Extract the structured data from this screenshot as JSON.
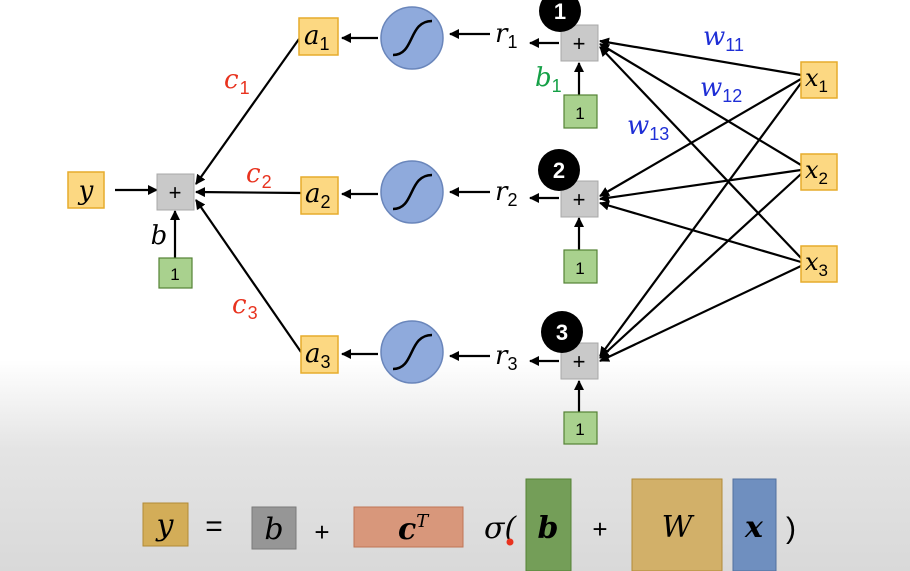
{
  "diagram": {
    "output": {
      "var": "y"
    },
    "output_bias": {
      "label": "b",
      "input": "1"
    },
    "sum_symbol": "+",
    "weights_c": [
      {
        "base": "c",
        "sub": "1"
      },
      {
        "base": "c",
        "sub": "2"
      },
      {
        "base": "c",
        "sub": "3"
      }
    ],
    "activations": [
      {
        "base": "a",
        "sub": "1"
      },
      {
        "base": "a",
        "sub": "2"
      },
      {
        "base": "a",
        "sub": "3"
      }
    ],
    "preactivations": [
      {
        "base": "r",
        "sub": "1"
      },
      {
        "base": "r",
        "sub": "2"
      },
      {
        "base": "r",
        "sub": "3"
      }
    ],
    "neuron_numbers": [
      "1",
      "2",
      "3"
    ],
    "hidden_bias": {
      "base": "b",
      "sub": "1",
      "input": "1"
    },
    "weights_w": [
      {
        "base": "w",
        "sub": "11"
      },
      {
        "base": "w",
        "sub": "12"
      },
      {
        "base": "w",
        "sub": "13"
      }
    ],
    "inputs": [
      {
        "base": "x",
        "sub": "1"
      },
      {
        "base": "x",
        "sub": "2"
      },
      {
        "base": "x",
        "sub": "3"
      }
    ]
  },
  "formula": {
    "y": "y",
    "equals": "=",
    "b": "b",
    "plus1": "+",
    "cT_base": "c",
    "cT_sup": "T",
    "sigma_open": "σ(",
    "b_vec": "b",
    "plus2": "+",
    "W": "W",
    "x_vec": "x",
    "close": ")"
  },
  "colors": {
    "yellow_box": "#fcd882",
    "yellow_border": "#e6ac2c",
    "gray_box": "#c9c9c9",
    "green_box": "#a9d18e",
    "green_border": "#548235",
    "sigmoid_fill": "#8faadc",
    "red_text": "#e8321e",
    "blue_text": "#1f2fd6",
    "green_text": "#14a046"
  }
}
